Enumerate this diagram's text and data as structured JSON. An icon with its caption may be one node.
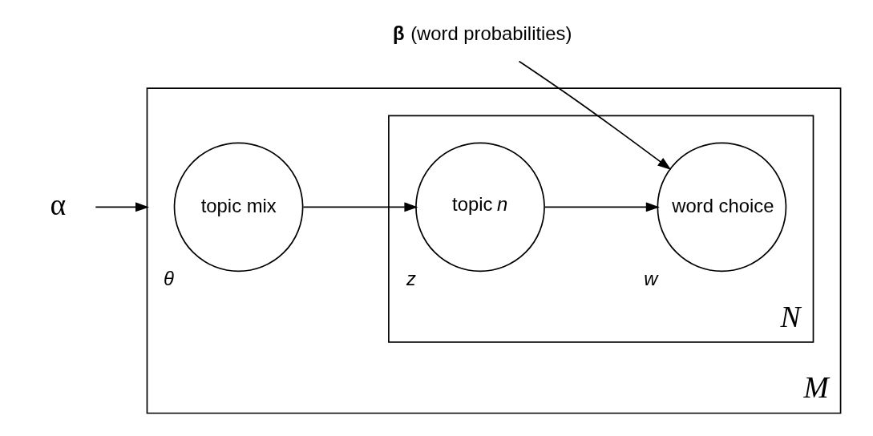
{
  "diagram": {
    "nodes": [
      {
        "text": [
          "**β** (word probabilities)"
        ]
      },
      {
        "text": [
          "α"
        ]
      },
      {
        "text": [
          "M"
        ]
      },
      {
        "text": [
          "topic mix"
        ],
        "in": 2,
        "beside": [
          "θ"
        ]
      },
      {
        "text": [
          "N"
        ],
        "in": 2
      },
      {
        "text": [
          "topic *n*"
        ],
        "in": 4,
        "beside": [
          "z"
        ]
      },
      {
        "text": [
          "word choice"
        ],
        "in": 4,
        "beside": [
          "w"
        ]
      }
    ],
    "edges": [
      {
        "from": 1,
        "to": 2,
        "arrow": "to"
      },
      {
        "from": 3,
        "to": 5,
        "arrow": "to"
      },
      {
        "from": 5,
        "to": 6,
        "arrow": "to"
      },
      {
        "from": 0,
        "to": 6,
        "arrow": "to"
      }
    ]
  }
}
